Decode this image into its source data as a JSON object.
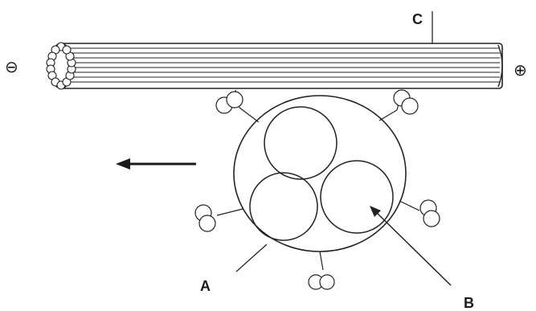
{
  "labels": {
    "microtubule": "C",
    "vesicle_membrane": "A",
    "vesicle_content": "B"
  },
  "polarity": {
    "minus_end": "⊖",
    "plus_end": "⊕"
  },
  "colors": {
    "ink": "#222222",
    "background": "#ffffff"
  }
}
